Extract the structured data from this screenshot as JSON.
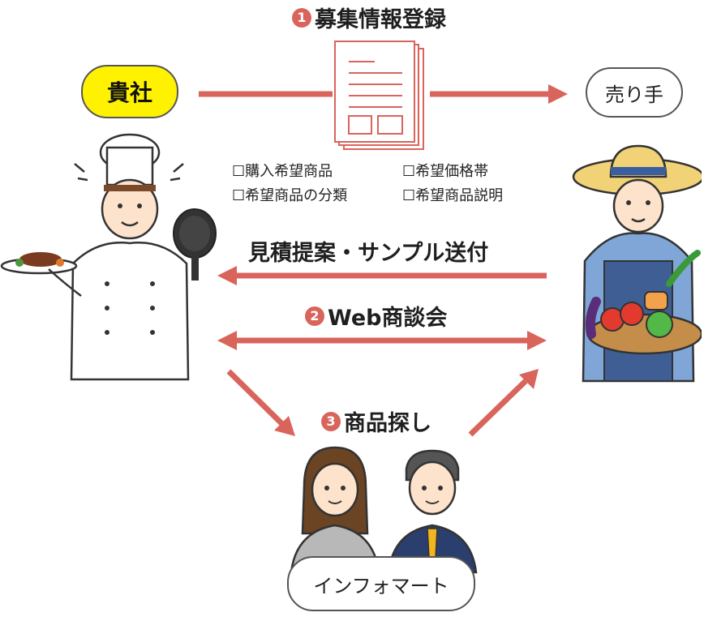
{
  "steps": {
    "step1": {
      "number": "1",
      "label": "募集情報登録"
    },
    "step2": {
      "number": "2",
      "label": "Web商談会"
    },
    "step3": {
      "number": "3",
      "label": "商品探し"
    }
  },
  "quote_label": "見積提案・サンプル送付",
  "nodes": {
    "company": "貴社",
    "seller": "売り手",
    "infomart": "インフォマート"
  },
  "checklist": [
    "☐購入希望商品",
    "☐希望価格帯",
    "☐希望商品の分類",
    "☐希望商品説明"
  ],
  "colors": {
    "arrow": "#d9645c",
    "company_pill": "#fff200",
    "pill_border": "#555555"
  }
}
